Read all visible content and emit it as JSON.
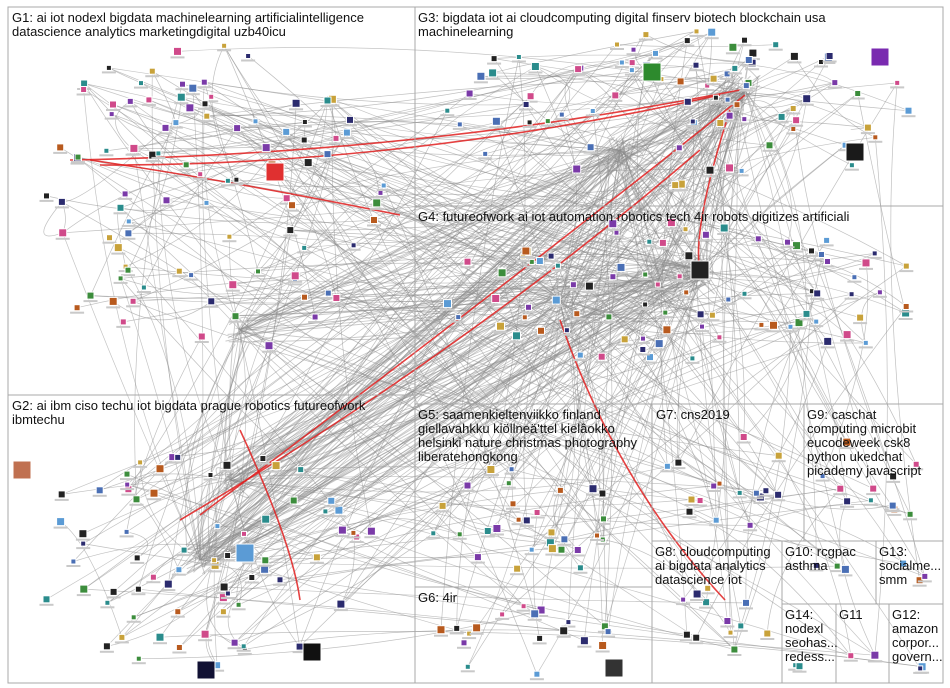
{
  "colors": {
    "edge_gray": "#8c8c8c",
    "edge_red": "#e02020",
    "box_stroke": "#a8a8a8",
    "label_text": "#111111",
    "node_palette": [
      "#2b2b6e",
      "#4a6fb5",
      "#3c8d3c",
      "#c8a23a",
      "#7a3aa8",
      "#d04a8a",
      "#2a8c8c",
      "#222222",
      "#b85a1e",
      "#5b9bd5"
    ]
  },
  "groups": [
    {
      "id": "G1",
      "lines": [
        "G1: ai iot nodexl bigdata machinelearning artificialintelligence",
        "datascience analytics marketingdigital uzb40icu"
      ]
    },
    {
      "id": "G2",
      "lines": [
        "G2: ai ibm ciso techu iot bigdata prague robotics futureofwork",
        "ibmtechu"
      ]
    },
    {
      "id": "G3",
      "lines": [
        "G3: bigdata iot ai cloudcomputing digital finserv biotech blockchain usa",
        "machinelearning"
      ]
    },
    {
      "id": "G4",
      "lines": [
        "G4: futureofwork ai iot automation robotics tech 4ir robots digitizes artificiali"
      ]
    },
    {
      "id": "G5",
      "lines": [
        "G5: saamenkieltenviikko finland",
        "giellavahkku kiöllneäʹttel kielâokko",
        "helsinki nature christmas photography",
        "liberatehongkong"
      ]
    },
    {
      "id": "G6",
      "lines": [
        "G6: 4ir"
      ]
    },
    {
      "id": "G7",
      "lines": [
        "G7: cns2019"
      ]
    },
    {
      "id": "G8",
      "lines": [
        "G8: cloudcomputing",
        "ai bigdata analytics",
        "datascience iot"
      ]
    },
    {
      "id": "G9",
      "lines": [
        "G9: caschat",
        "computing microbit",
        "eucodeweek csk8",
        "python ukedchat",
        "picademy javascript"
      ]
    },
    {
      "id": "G10",
      "lines": [
        "G10: rcgpac",
        "asthma"
      ]
    },
    {
      "id": "G11",
      "lines": [
        "G11"
      ]
    },
    {
      "id": "G12",
      "lines": [
        "G12:",
        "amazon",
        "corpor...",
        "govern..."
      ]
    },
    {
      "id": "G13",
      "lines": [
        "G13:",
        "socialme...",
        "smm"
      ]
    },
    {
      "id": "G14",
      "lines": [
        "G14:",
        "nodexl",
        "seohas...",
        "redess..."
      ]
    }
  ]
}
